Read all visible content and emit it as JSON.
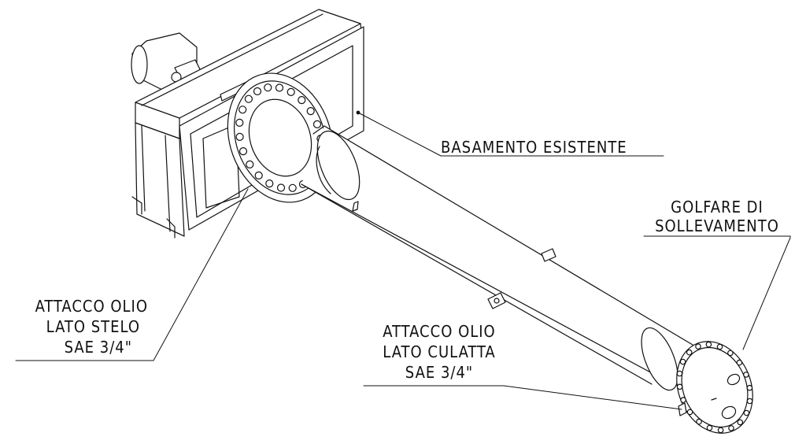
{
  "labels": {
    "basamento": "BASAMENTO ESISTENTE",
    "golfare_line1": "GOLFARE DI",
    "golfare_line2": "SOLLEVAMENTO",
    "stelo_line1": "ATTACCO OLIO",
    "stelo_line2": "LATO STELO",
    "stelo_line3": "SAE 3/4\"",
    "culatta_line1": "ATTACCO OLIO",
    "culatta_line2": "LATO CULATTA",
    "culatta_line3": "SAE 3/4\""
  }
}
